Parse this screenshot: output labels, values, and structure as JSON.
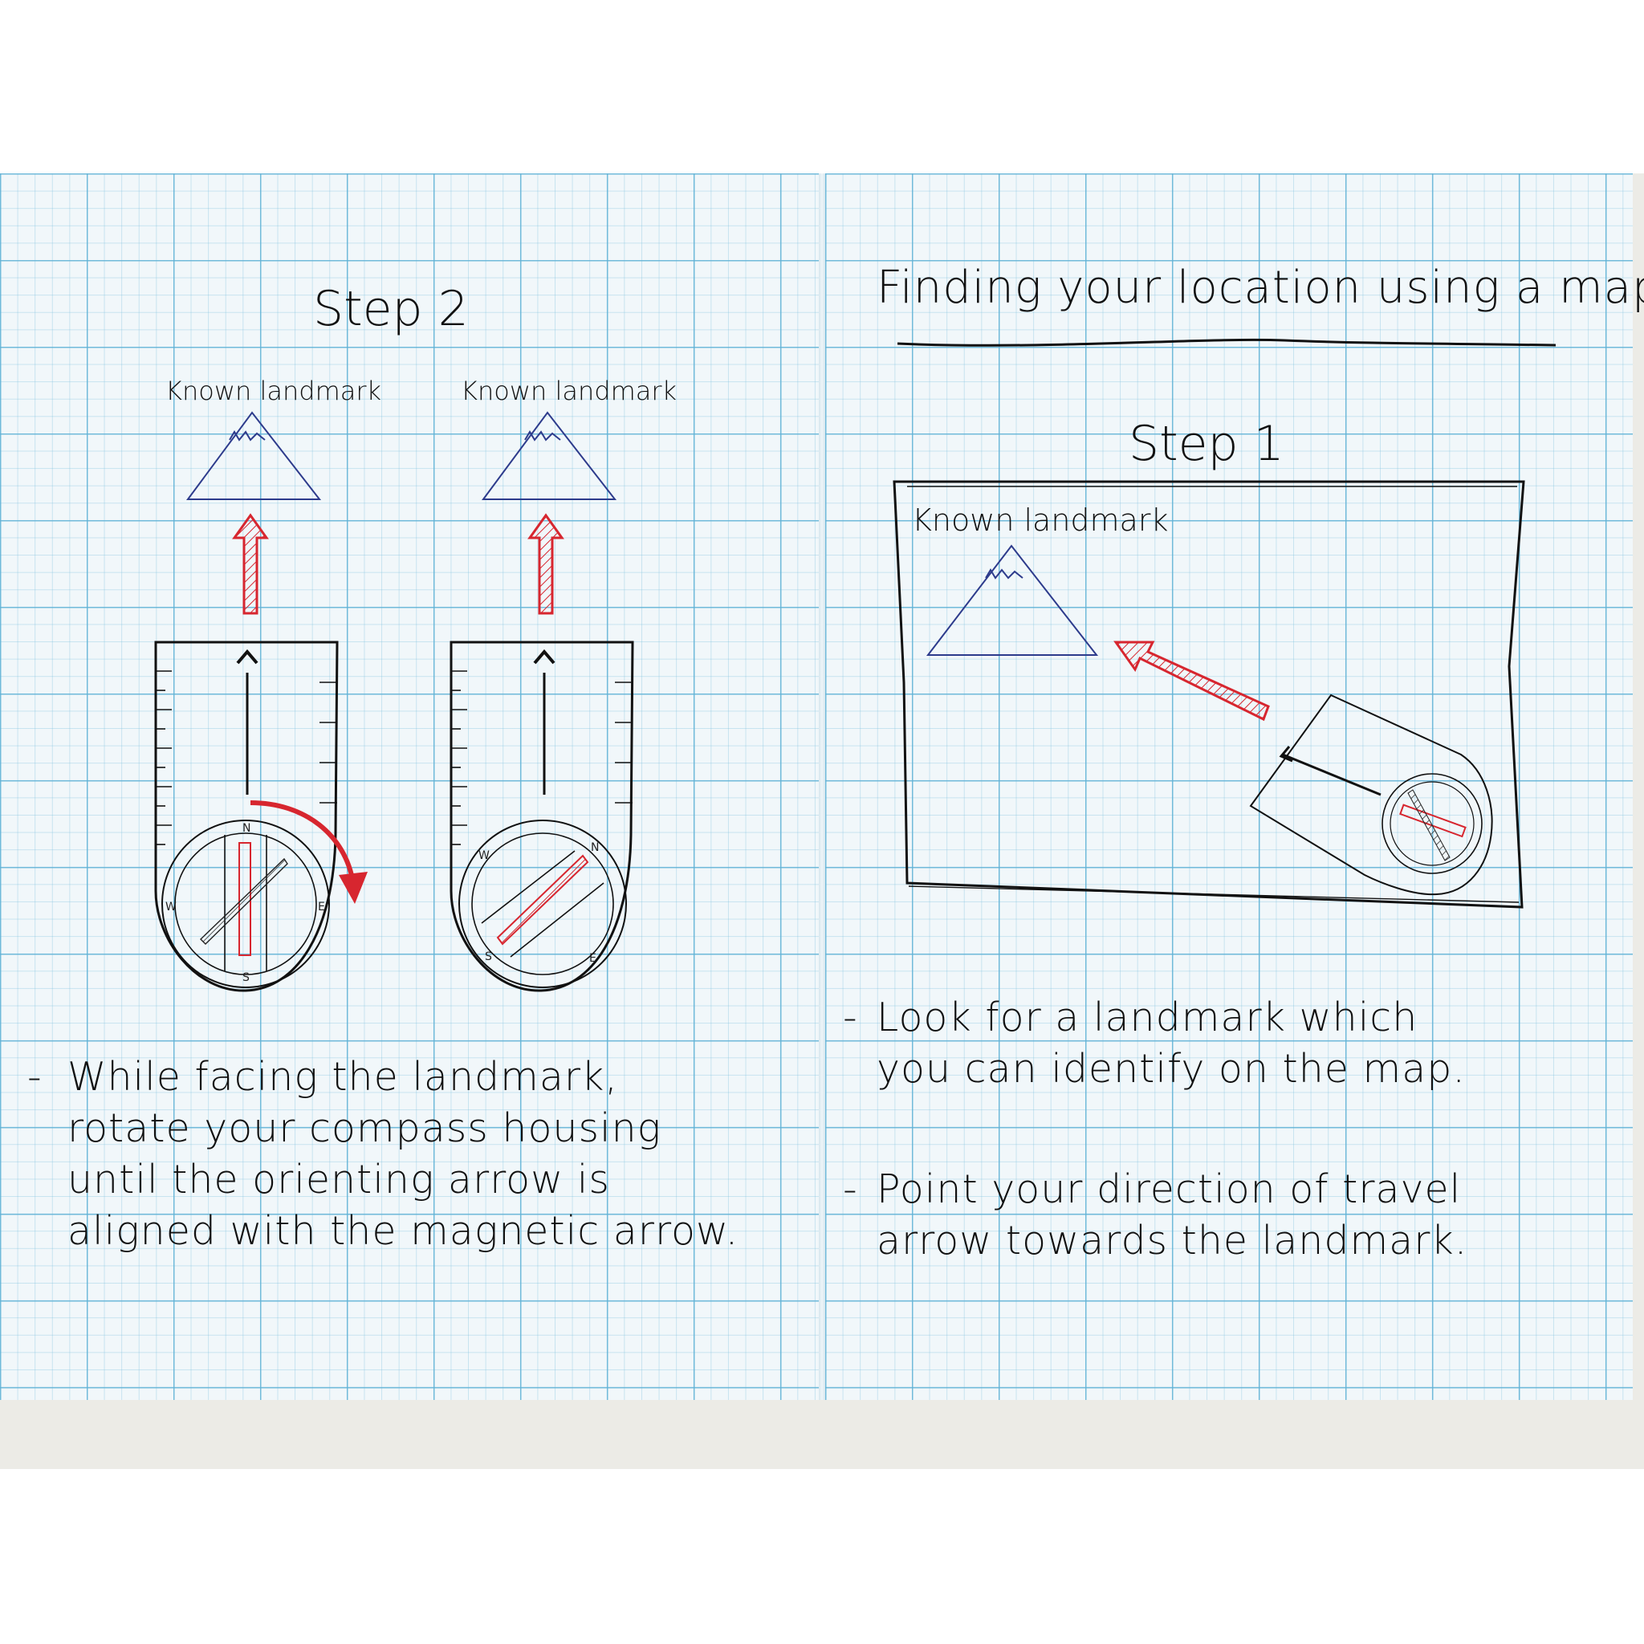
{
  "colors": {
    "grid": "#60b2d6",
    "paper": "#f1f7fa",
    "ink": "#141414",
    "mountain": "#2d3b8c",
    "arrow_red": "#d7262f"
  },
  "left_page": {
    "step_label": "Step 2",
    "landmark_labels": [
      "Known landmark",
      "Known landmark"
    ],
    "instruction": {
      "bullet": "-",
      "lines": [
        "While facing the landmark,",
        "rotate your compass housing",
        "until the orienting arrow is",
        "aligned with the magnetic arrow."
      ]
    },
    "compass_letters": {
      "first": [
        "N",
        "E",
        "S",
        "W"
      ],
      "second": [
        "N",
        "E",
        "S",
        "W"
      ]
    }
  },
  "right_page": {
    "title": "Finding your location using a map",
    "step_label": "Step 1",
    "map_landmark_label": "Known landmark",
    "instructions": [
      {
        "bullet": "-",
        "lines": [
          "Look for a landmark which",
          "you can identify on the map."
        ]
      },
      {
        "bullet": "-",
        "lines": [
          "Point your direction of travel",
          "arrow towards the landmark."
        ]
      }
    ]
  }
}
